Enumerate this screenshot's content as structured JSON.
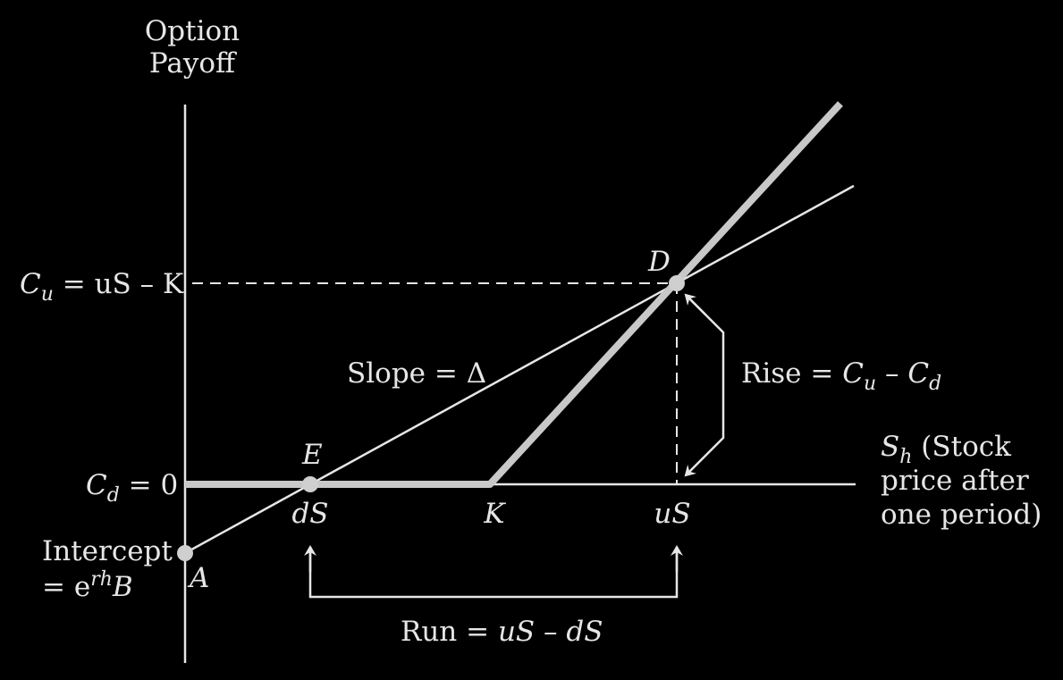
{
  "axes": {
    "y_title_line1": "Option",
    "y_title_line2": "Payoff",
    "x_title_var": "S",
    "x_title_var_sub": "h",
    "x_title_line1": " (Stock",
    "x_title_line2": "price after",
    "x_title_line3": "one period)"
  },
  "y_labels": {
    "cu_main": "C",
    "cu_sub": "u",
    "cu_expr": " = uS – K",
    "cd_main": "C",
    "cd_sub": "d",
    "cd_expr": " = 0",
    "intercept_line1": "Intercept",
    "intercept_eq": "= e",
    "intercept_sup": "rh",
    "intercept_B": "B"
  },
  "x_ticks": {
    "ds": "dS",
    "k": "K",
    "us": "uS"
  },
  "points": {
    "a": "A",
    "e": "E",
    "d": "D"
  },
  "annotations": {
    "slope": "Slope = Δ",
    "rise_prefix": "Rise = ",
    "rise_c": "C",
    "rise_u": "u",
    "rise_minus": " – ",
    "rise_d": "d",
    "run_prefix": "Run = ",
    "run_expr": "uS – dS"
  },
  "colors": {
    "background": "#000000",
    "line": "#e6e6e6",
    "payoff": "#c8c8c8"
  }
}
